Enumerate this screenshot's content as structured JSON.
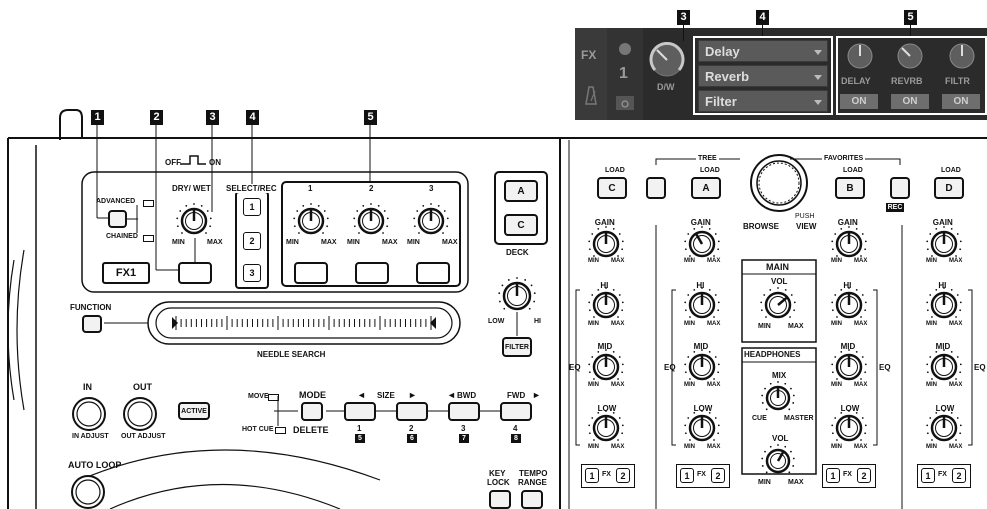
{
  "callouts": [
    "1",
    "2",
    "3",
    "4",
    "5"
  ],
  "fx_panel": {
    "fx_label": "FX",
    "deck_number": "1",
    "dw_label": "D/W",
    "effects": [
      "Delay",
      "Reverb",
      "Filter"
    ],
    "param_labels": [
      "DELAY",
      "REVRB",
      "FILTR"
    ],
    "on_label": "ON"
  },
  "fx_unit": {
    "off_on": [
      "OFF",
      "ON"
    ],
    "advanced": "ADVANCED",
    "chained": "CHAINED",
    "dry_wet": "DRY/ WET",
    "min": "MIN",
    "max": "MAX",
    "fx1": "FX1",
    "select_rec": "SELECT/REC",
    "select_buttons": [
      "1",
      "2",
      "3"
    ],
    "knob_numbers": [
      "1",
      "2",
      "3"
    ],
    "deck_label": "DECK",
    "deck_buttons": [
      "A",
      "C"
    ],
    "low": "LOW",
    "hi": "HI",
    "filter": "FILTER"
  },
  "transport": {
    "function": "FUNCTION",
    "needle_search": "NEEDLE SEARCH",
    "in": "IN",
    "out": "OUT",
    "in_adjust": "IN ADJUST",
    "out_adjust": "OUT ADJUST",
    "active": "ACTIVE",
    "move": "MOVE",
    "hot_cue": "HOT CUE",
    "mode": "MODE",
    "delete": "DELETE",
    "size": "SIZE",
    "bwd": "BWD",
    "fwd": "FWD",
    "pad_numbers": [
      "1",
      "2",
      "3",
      "4"
    ],
    "pad_sub": [
      "5",
      "6",
      "7",
      "8"
    ],
    "auto_loop": "AUTO LOOP",
    "key_lock": [
      "KEY",
      "LOCK"
    ],
    "tempo_range": [
      "TEMPO",
      "RANGE"
    ]
  },
  "mixer": {
    "load": "LOAD",
    "tree": "TREE",
    "favorites": "FAVORITES",
    "load_buttons": [
      "C",
      "A",
      "B",
      "D"
    ],
    "browse": "BROWSE",
    "view": "VIEW",
    "push": "PUSH",
    "rec": "REC",
    "gain": "GAIN",
    "hi": "HI",
    "mid": "MID",
    "low": "LOW",
    "eq": "EQ",
    "min": "MIN",
    "max": "MAX",
    "main": "MAIN",
    "vol": "VOL",
    "headphones": "HEADPHONES",
    "mix": "MIX",
    "cue": "CUE",
    "master": "MASTER",
    "fx_assign": [
      "1",
      "FX",
      "2"
    ]
  }
}
